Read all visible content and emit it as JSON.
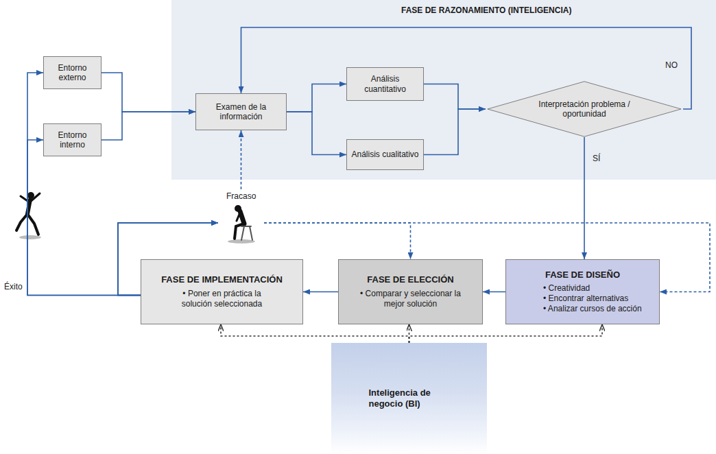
{
  "diagram": {
    "nodes": [
      {
        "text": [
          "FASE DE RAZONAMIENTO (INTELIGENCIA)"
        ]
      },
      {
        "text": [
          "Examen de la información"
        ],
        "in": 0
      },
      {
        "text": [
          "Análisis cuantitativo"
        ],
        "in": 0
      },
      {
        "text": [
          "Análisis cualitativo"
        ],
        "in": 0
      },
      {
        "text": [
          "Interpretación problema / oportunidad"
        ],
        "in": 0
      },
      {
        "text": [
          "Entorno externo"
        ]
      },
      {
        "text": [
          "Entorno interno"
        ]
      },
      {
        "text": [
          "FASE DE IMPLEMENTACIÓN",
          "• Poner en práctica la solución seleccionada"
        ]
      },
      {
        "text": [
          "FASE DE ELECCIÓN",
          "• Comparar y seleccionar la mejor solución"
        ]
      },
      {
        "text": [
          "FASE DE DISEÑO",
          "• Creatividad",
          "• Encontrar alternativas",
          "• Analizar cursos de acción"
        ]
      },
      {
        "text": [
          "Inteligencia de negocio (BI)"
        ]
      }
    ],
    "edges": [
      {
        "from": 5,
        "to": 1,
        "arrow": "to"
      },
      {
        "from": 6,
        "to": 1,
        "arrow": "to"
      },
      {
        "from": 1,
        "to": 2,
        "arrow": "to"
      },
      {
        "from": 1,
        "to": 3,
        "arrow": "to"
      },
      {
        "from": 2,
        "to": 4,
        "arrow": "to"
      },
      {
        "from": 3,
        "to": 4,
        "arrow": "to"
      },
      {
        "from": 4,
        "to": 1,
        "label": "NO",
        "arrow": "to"
      },
      {
        "from": 4,
        "to": 9,
        "label": "SÍ",
        "arrow": "to"
      },
      {
        "from": 9,
        "to": 8,
        "arrow": "to"
      },
      {
        "from": 8,
        "to": 7,
        "arrow": "to"
      },
      {
        "from": 7,
        "to": 5,
        "arrow": "to"
      },
      {
        "from": 7,
        "to": 6,
        "arrow": "to"
      },
      {
        "from": 7,
        "to": 1,
        "arrow": "to"
      },
      {
        "from": 7,
        "to": 8,
        "arrow": "to"
      },
      {
        "from": 7,
        "to": 9,
        "arrow": "to"
      },
      {
        "from": 10,
        "to": 7,
        "arrow": "to"
      },
      {
        "from": 10,
        "to": 8,
        "arrow": "to"
      },
      {
        "from": 10,
        "to": 9,
        "arrow": "to"
      }
    ],
    "labels": [
      "Fracaso",
      "Éxito"
    ]
  }
}
